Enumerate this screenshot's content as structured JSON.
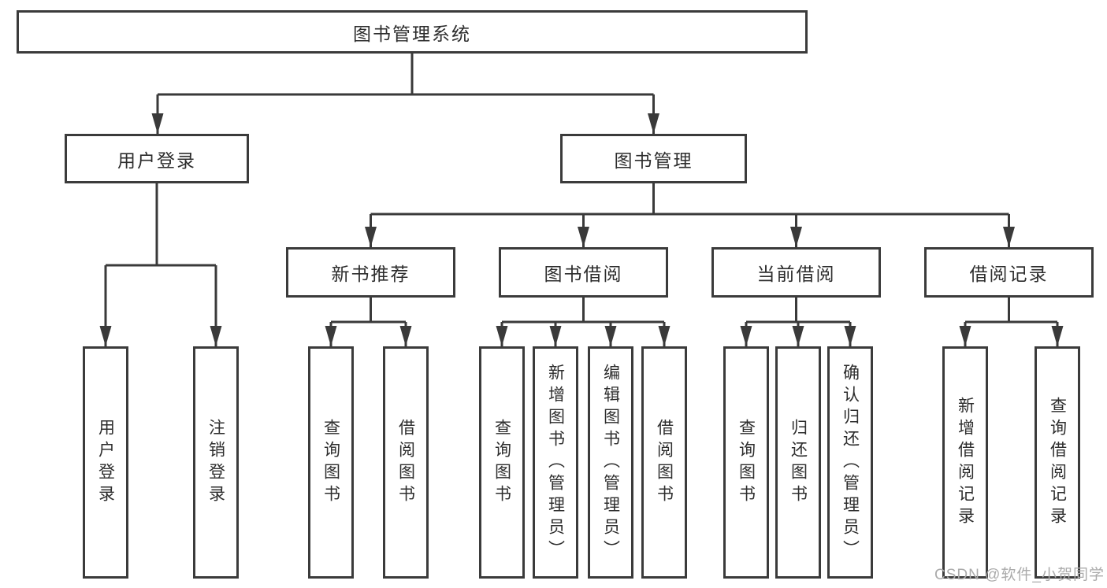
{
  "nodes": {
    "root": "图书管理系统",
    "user_login": "用户登录",
    "book_mgmt": "图书管理",
    "new_book_rec": "新书推荐",
    "book_borrow": "图书借阅",
    "current_borrow": "当前借阅",
    "borrow_record": "借阅记录",
    "ul_login": "用户登录",
    "ul_logout": "注销登录",
    "nb_query": "查询图书",
    "nb_borrow": "借阅图书",
    "bb_query": "查询图书",
    "bb_add": "新增图书（管理员）",
    "bb_edit": "编辑图书（管理员）",
    "bb_borrow": "借阅图书",
    "cb_query": "查询图书",
    "cb_return": "归还图书",
    "cb_confirm": "确认归还（管理员）",
    "br_add": "新增借阅记录",
    "br_query": "查询借阅记录"
  },
  "watermark": {
    "text": "CSDN @软件_小贺同学",
    "color": "#ababab"
  },
  "colors": {
    "line": "#3a3a3a",
    "border": "#3b3b3b",
    "text": "#2d2d2d",
    "background": "#ffffff"
  }
}
